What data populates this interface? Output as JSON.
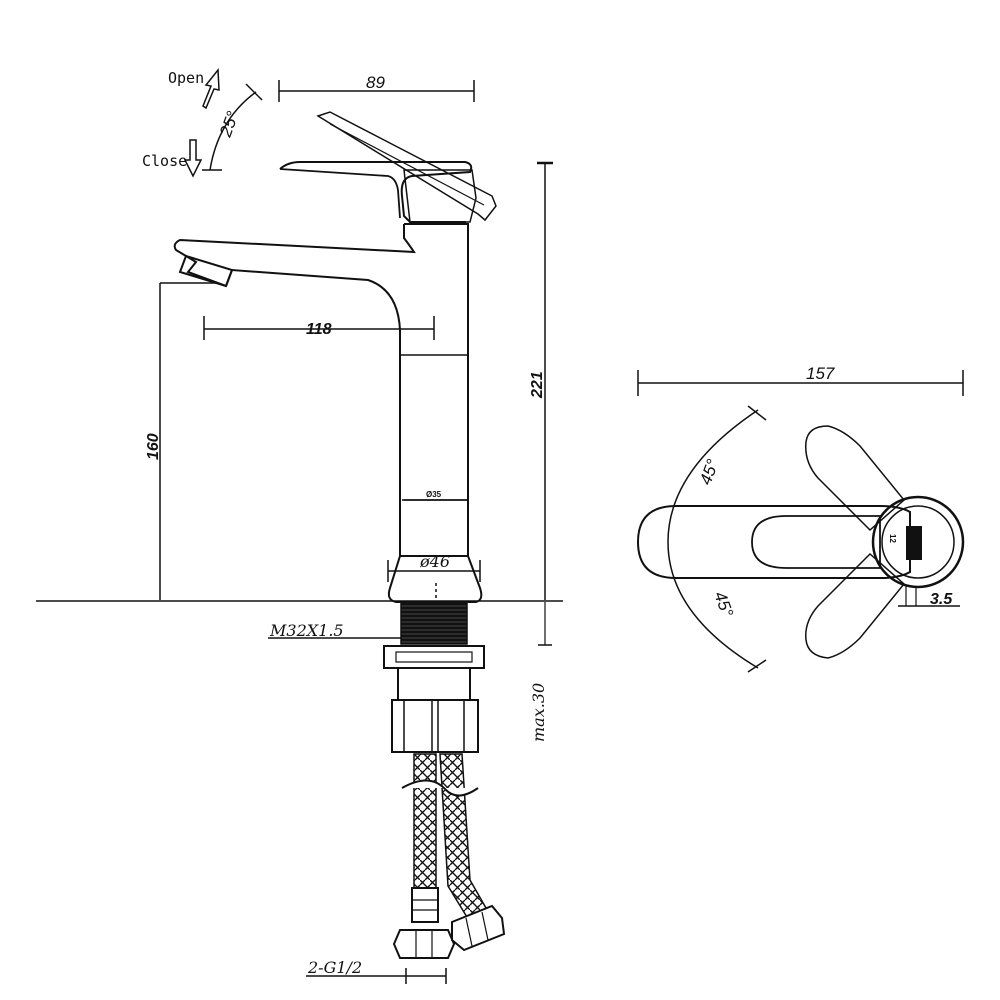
{
  "side_view": {
    "open_label": "Open",
    "close_label": "Close",
    "angle_label": "25°",
    "handle_width_label": "89",
    "spout_reach_label": "118",
    "spout_height_label": "160",
    "total_height_label": "221",
    "body_tag_label": "Ø35",
    "base_diameter_label": "ø46",
    "thread_label": "M32X1.5",
    "max_thickness_label": "max.30",
    "hose_thread_label": "2-G1/2"
  },
  "top_view": {
    "width_label": "157",
    "angle_top_label": "45°",
    "angle_bottom_label": "45°",
    "offset_label": "3.5",
    "cap_number_label": "12"
  }
}
